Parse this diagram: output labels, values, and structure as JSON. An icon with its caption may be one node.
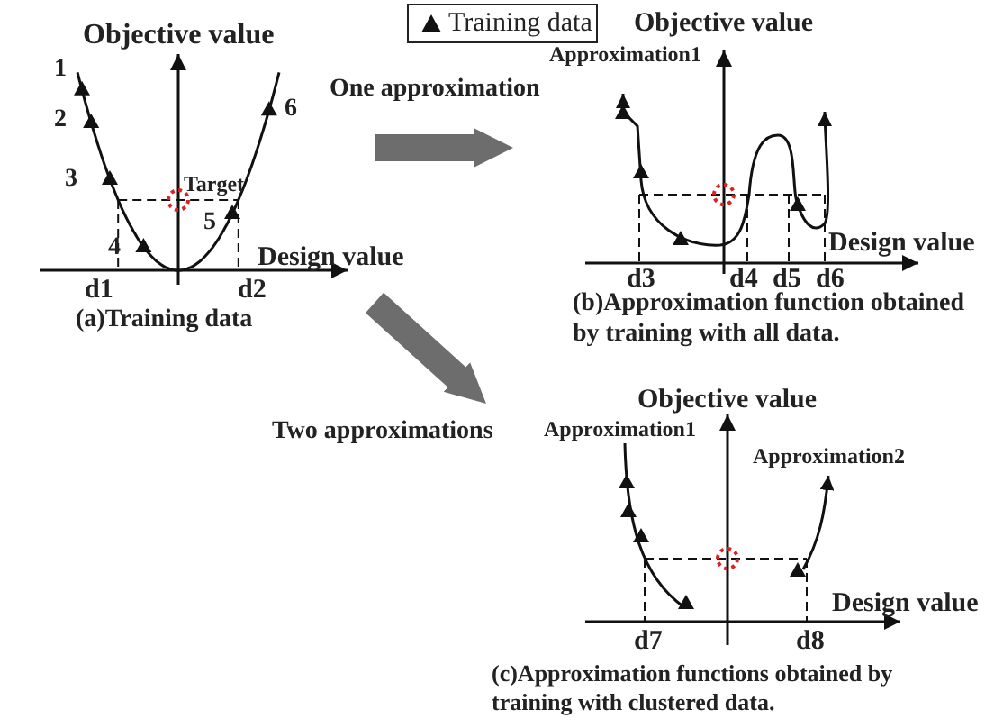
{
  "diagram": {
    "nodes": [
      {
        "text": [
          "(a)Training data"
        ]
      },
      {
        "text": [
          "(b)Approximation function obtained by training with all data."
        ]
      },
      {
        "text": [
          "(c)Approximation functions obtained by training with clustered data."
        ]
      }
    ],
    "edges": [
      {
        "from": 0,
        "to": 1,
        "arrow": "to",
        "label": "One approximation"
      },
      {
        "from": 0,
        "to": 2,
        "arrow": "to",
        "label": "Two approximations"
      }
    ],
    "labels": [
      "Objective value",
      "1",
      "2",
      "3",
      "Target",
      "4",
      "5",
      "6",
      "Design value",
      "d1",
      "d2",
      "Objective value",
      "Approximation1",
      "Design value",
      "d3",
      "d4",
      "d5",
      "d6",
      "Objective value",
      "Approximation1",
      "Approximation2",
      "Design value",
      "d7",
      "d8"
    ],
    "legend": [
      {
        "text": "Training data"
      }
    ]
  }
}
